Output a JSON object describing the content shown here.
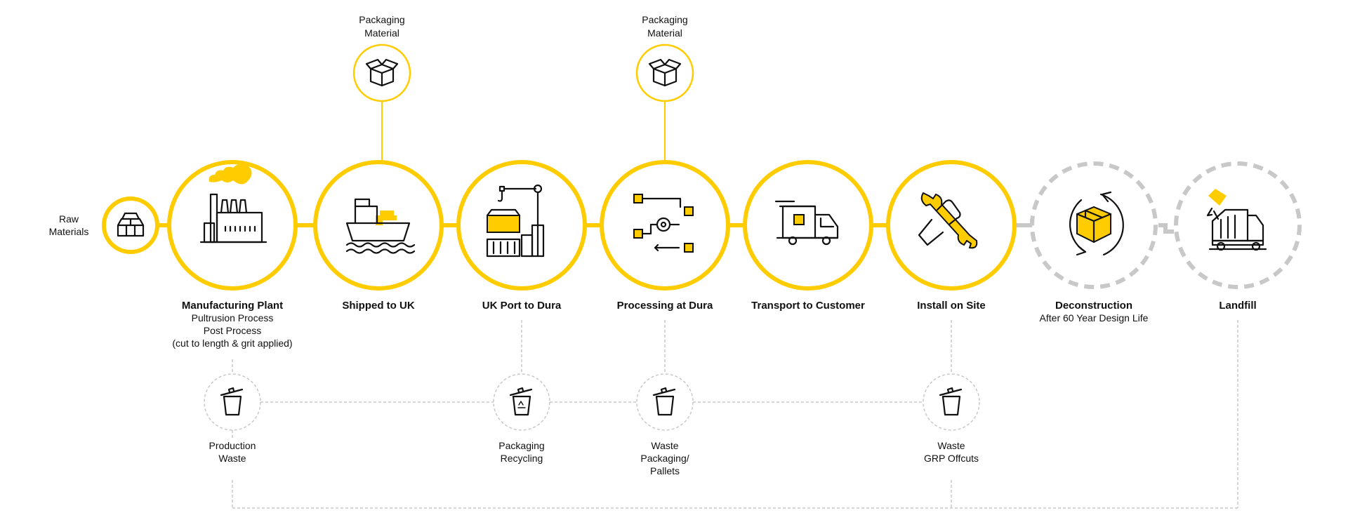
{
  "colors": {
    "accent": "#ffcc00",
    "dashed": "#c8c8c8",
    "text": "#111111"
  },
  "inputs": {
    "raw_materials": [
      "Raw",
      "Materials"
    ]
  },
  "packaging_inputs": [
    {
      "label": [
        "Packaging",
        "Material"
      ],
      "icon": "open-box-icon"
    },
    {
      "label": [
        "Packaging",
        "Material"
      ],
      "icon": "open-box-icon"
    }
  ],
  "stages": [
    {
      "title": "Manufacturing Plant",
      "sub": [
        "Pultrusion Process",
        "Post Process",
        "(cut to length & grit applied)"
      ],
      "icon": "factory-icon"
    },
    {
      "title": "Shipped to UK",
      "sub": [],
      "icon": "cargo-ship-icon"
    },
    {
      "title": "UK Port to Dura",
      "sub": [],
      "icon": "port-crane-icon"
    },
    {
      "title": "Processing at Dura",
      "sub": [],
      "icon": "process-flow-icon"
    },
    {
      "title": "Transport to Customer",
      "sub": [],
      "icon": "delivery-truck-icon"
    },
    {
      "title": "Install on Site",
      "sub": [],
      "icon": "wrench-hand-icon"
    },
    {
      "title": "Deconstruction",
      "sub": [
        "After 60 Year Design Life"
      ],
      "icon": "recycle-box-icon"
    },
    {
      "title": "Landfill",
      "sub": [],
      "icon": "garbage-truck-icon"
    }
  ],
  "waste": [
    {
      "label": [
        "Production",
        "Waste"
      ],
      "icon": "bin-icon"
    },
    {
      "label": [
        "Packaging",
        "Recycling"
      ],
      "icon": "recycle-bin-icon"
    },
    {
      "label": [
        "Waste",
        "Packaging/",
        "Pallets"
      ],
      "icon": "bin-icon"
    },
    {
      "label": [
        "Waste",
        "GRP Offcuts"
      ],
      "icon": "bin-icon"
    }
  ]
}
